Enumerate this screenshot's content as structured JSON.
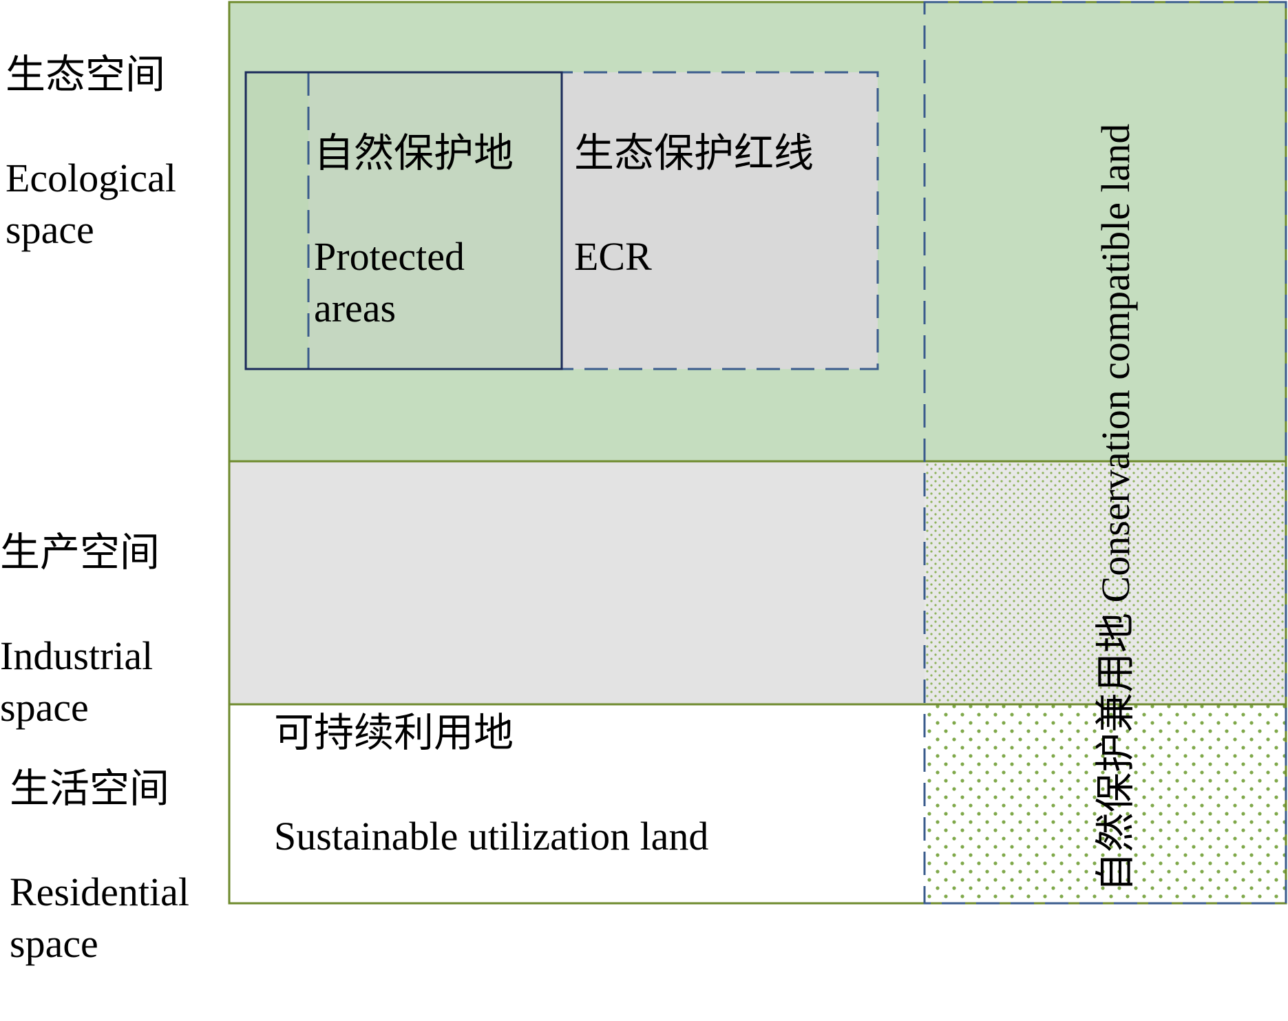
{
  "rows": [
    {
      "cn": "生态空间",
      "en": "Ecological\nspace"
    },
    {
      "cn": "生产空间",
      "en": "Industrial\nspace"
    },
    {
      "cn": "生活空间",
      "en": "Residential\nspace"
    }
  ],
  "zones": {
    "protected_areas": {
      "cn": "自然保护地",
      "en": "Protected\nareas"
    },
    "ecr": {
      "cn": "生态保护红线",
      "en": "ECR"
    },
    "sustainable": {
      "cn": "可持续利用地",
      "en": "Sustainable utilization land"
    },
    "conservation_compatible": {
      "cn": "自然保护兼用地",
      "en": "Conservation compatible land"
    }
  },
  "colors": {
    "ecological_green": "#c5ddbf",
    "protected_green": "#bfd8b8",
    "overlap_grey_green": "#c5d7c1",
    "ecr_grey": "#d9d9d9",
    "industrial_grey": "#e3e3e3",
    "border_olive": "#6e8a2c",
    "dash_blue": "#3a5b8c",
    "navy": "#1a2a5a",
    "dot_green": "#7fa84a"
  }
}
